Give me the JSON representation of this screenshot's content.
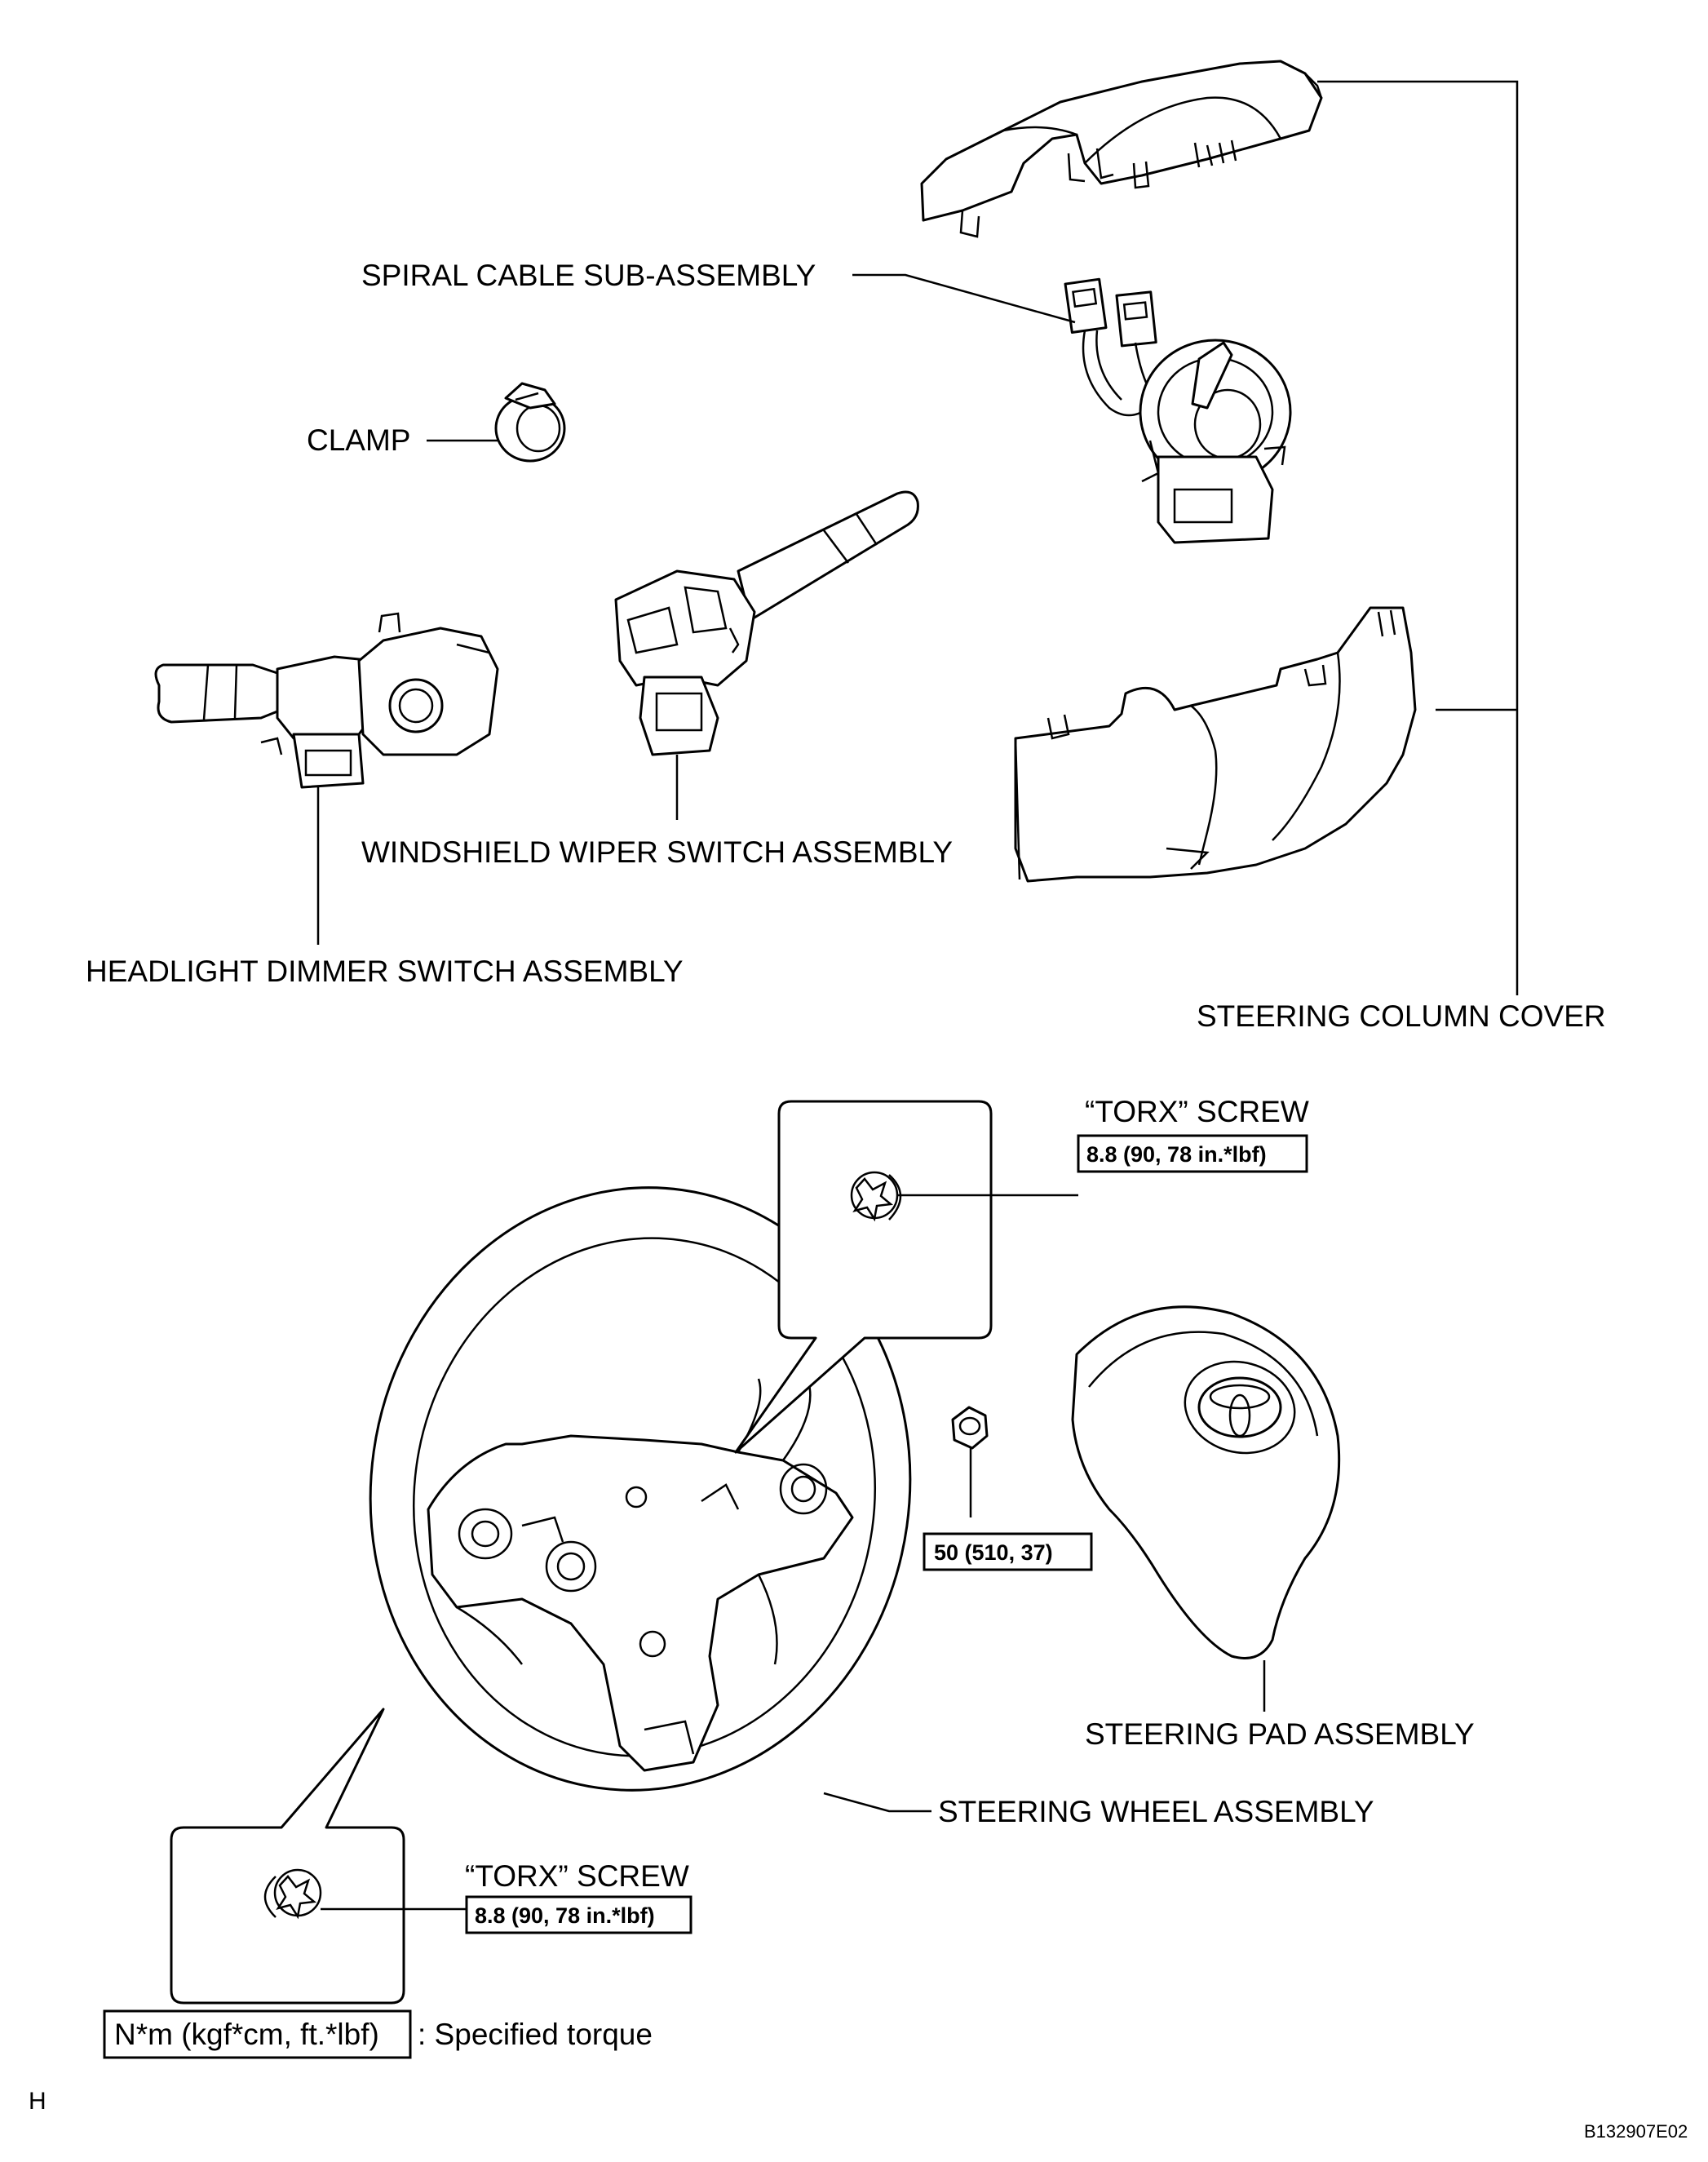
{
  "labels": {
    "spiral_cable": "SPIRAL CABLE SUB-ASSEMBLY",
    "clamp": "CLAMP",
    "wiper_switch": "WINDSHIELD WIPER SWITCH ASSEMBLY",
    "headlight_switch": "HEADLIGHT DIMMER SWITCH ASSEMBLY",
    "column_cover": "STEERING COLUMN COVER",
    "torx_screw_top": "“TORX” SCREW",
    "torx_screw_bottom": "“TORX” SCREW",
    "steering_pad": "STEERING PAD ASSEMBLY",
    "steering_wheel": "STEERING WHEEL ASSEMBLY"
  },
  "torques": {
    "torx_top": "8.8 (90, 78 in.*lbf)",
    "nut": "50 (510, 37)",
    "torx_bottom": "8.8 (90, 78 in.*lbf)"
  },
  "legend": {
    "unit_box": "N*m (kgf*cm, ft.*lbf)",
    "description": ": Specified torque"
  },
  "footer": {
    "letter": "H",
    "figure_id": "B132907E02"
  }
}
